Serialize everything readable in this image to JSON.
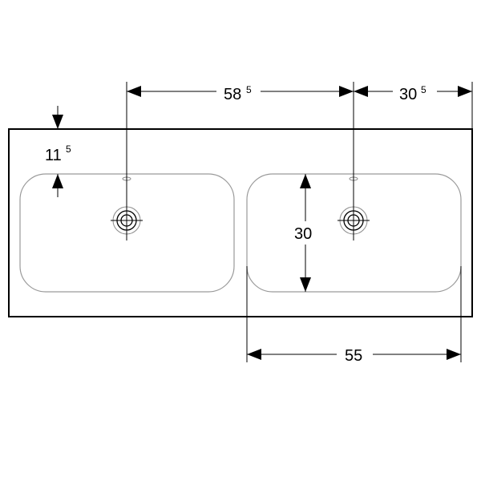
{
  "dimensions": {
    "left_tap_to_right_tap": {
      "main": "58",
      "sup": "5"
    },
    "right_tap_to_edge": {
      "main": "30",
      "sup": "5"
    },
    "top_offset": {
      "main": "11",
      "sup": "5"
    },
    "basin_depth": {
      "main": "30"
    },
    "basin_width": {
      "main": "55"
    }
  }
}
